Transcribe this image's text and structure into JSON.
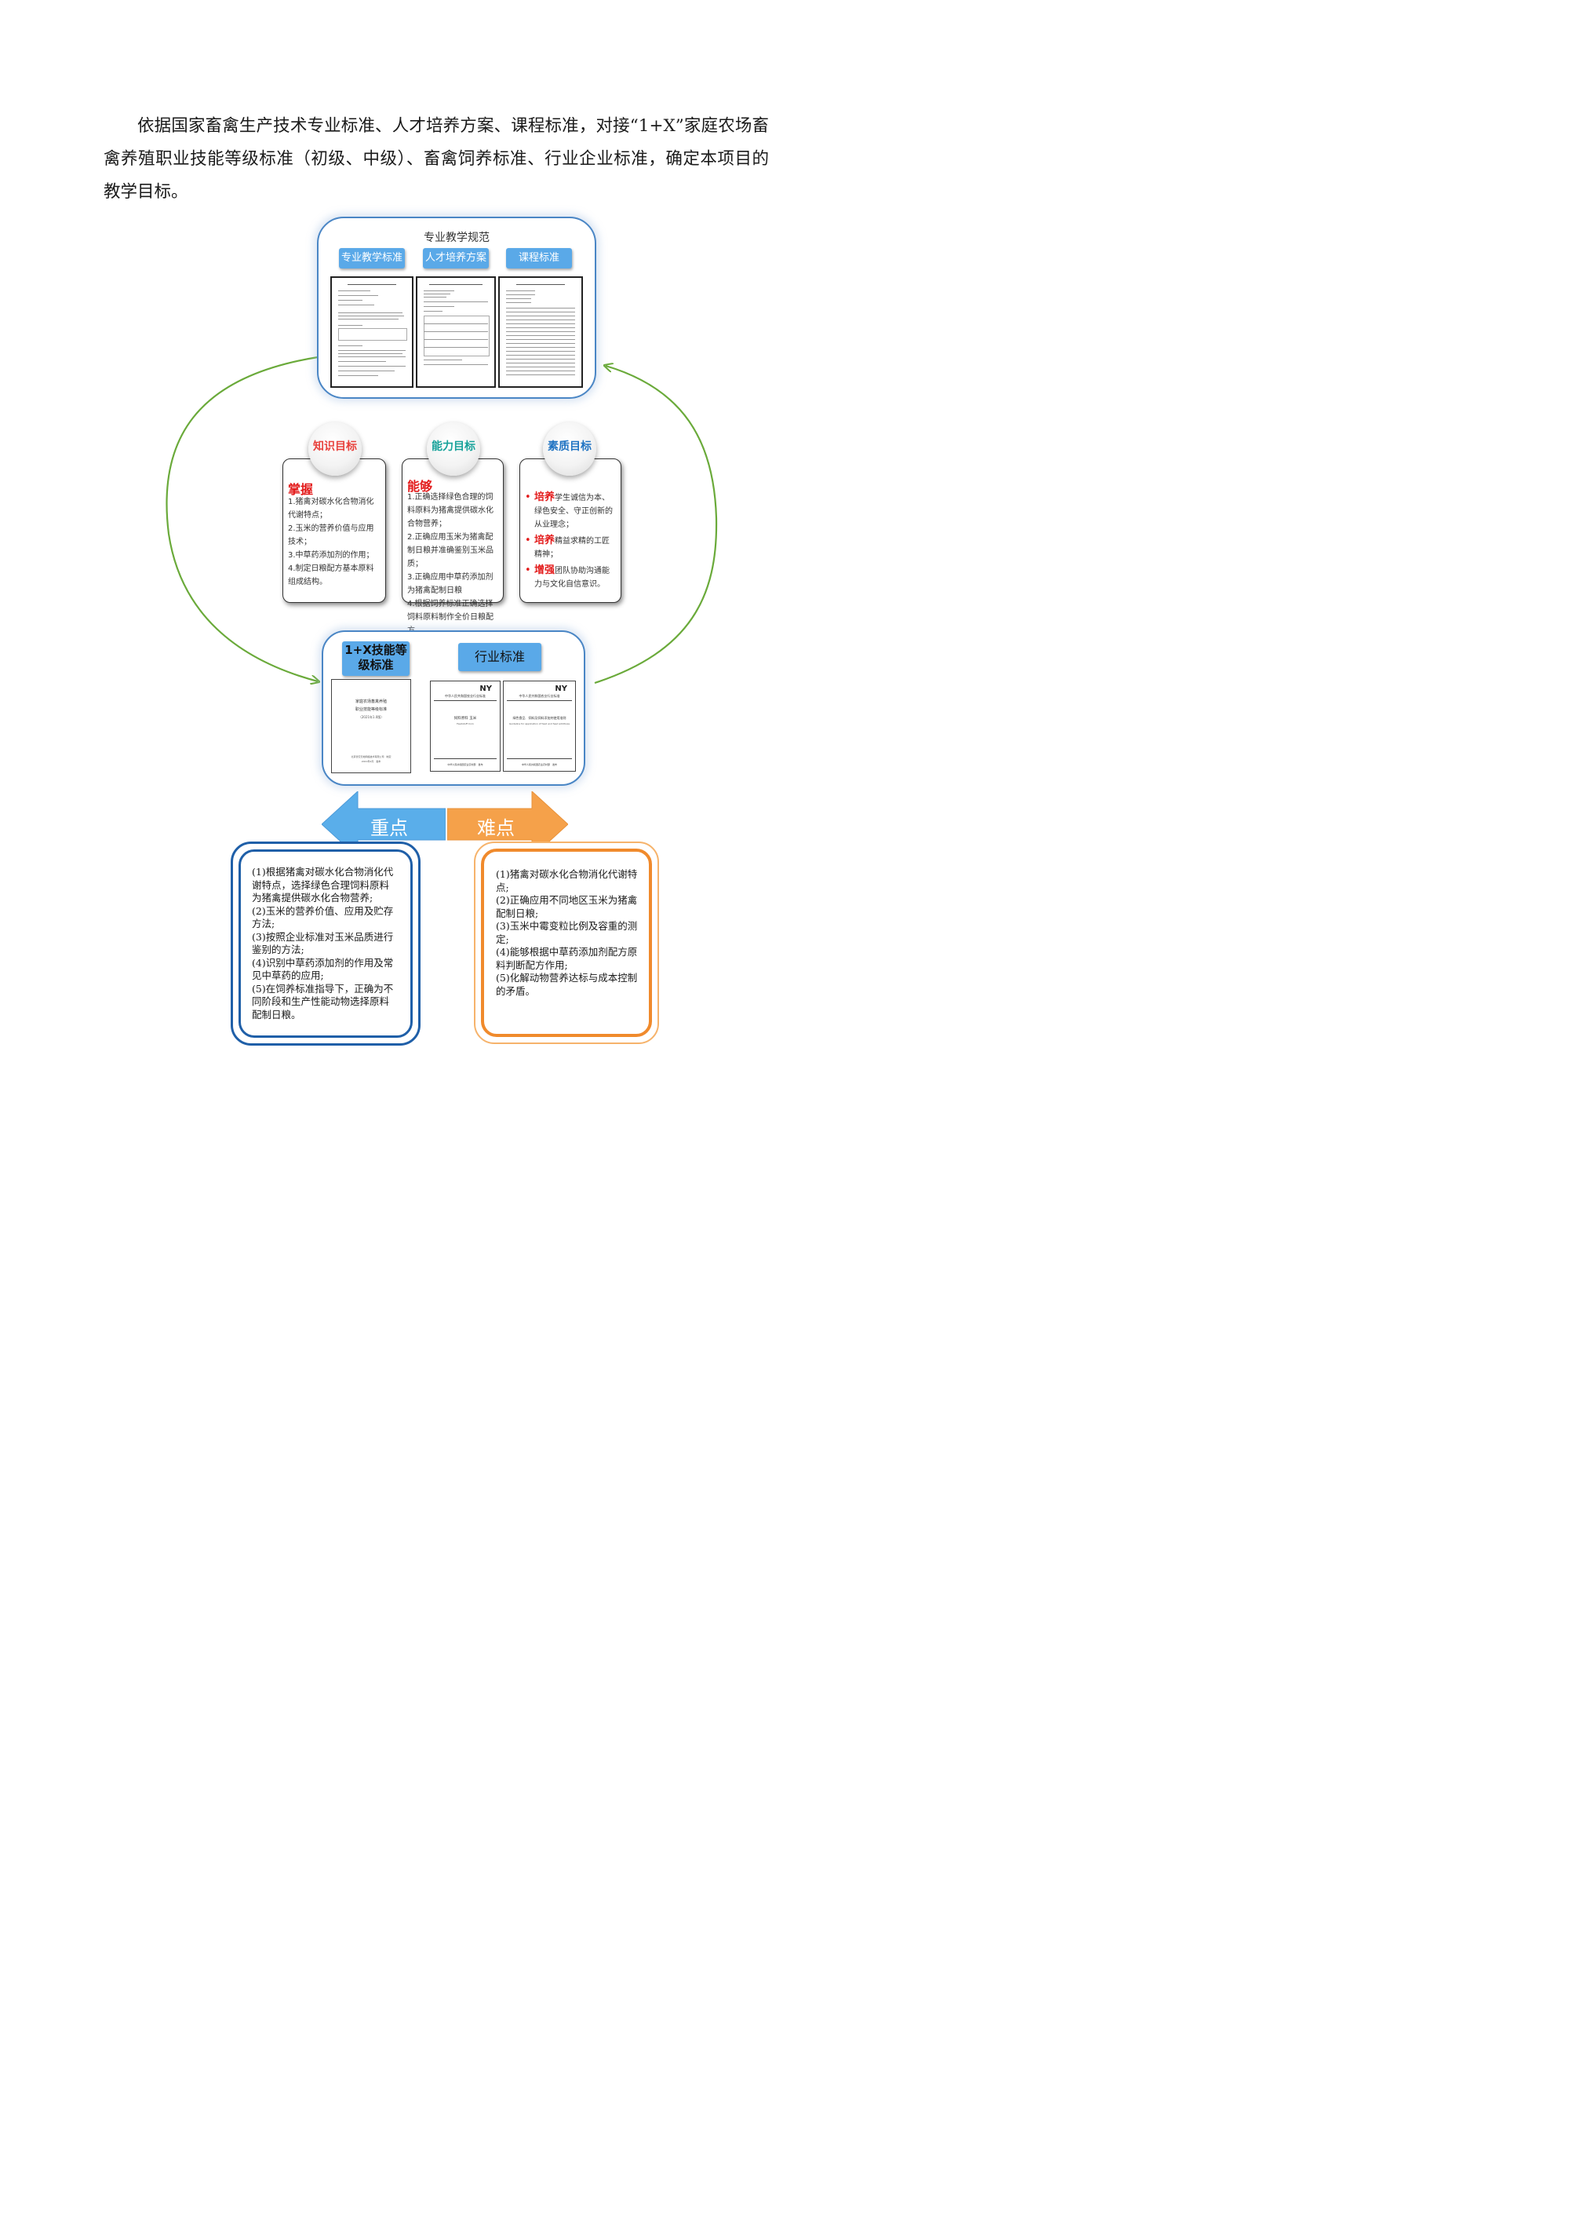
{
  "intro_text": "依据国家畜禽生产技术专业标准、人才培养方案、课程标准，对接“1+X”家庭农场畜禽养殖职业技能等级标准（初级、中级）、畜禽饲养标准、行业企业标准，确定本项目的教学目标。",
  "top_panel": {
    "title": "专业教学规范",
    "tabs": [
      "专业教学标准",
      "人才培养方案",
      "课程标准"
    ]
  },
  "goals": {
    "knowledge": {
      "title": "知识目标",
      "title_color": "#e8413c",
      "head": "掌握",
      "items": [
        "1.猪禽对碳水化合物消化代谢特点；",
        "2.玉米的营养价值与应用技术；",
        "3.中草药添加剂的作用；",
        "4.制定日粮配方基本原料组成结构。"
      ]
    },
    "ability": {
      "title": "能力目标",
      "title_color": "#16a29a",
      "head": "能够",
      "items": [
        "1.正确选择绿色合理的饲料原料为猪禽提供碳水化合物营养；",
        "2.正确应用玉米为猪禽配制日粮并准确鉴别玉米品质；",
        "3.正确应用中草药添加剂为猪禽配制日粮",
        "4.根据饲养标准正确选择饲料原料制作全价日粮配方。"
      ]
    },
    "quality": {
      "title": "素质目标",
      "title_color": "#1f73c2",
      "items": [
        {
          "key": "培养",
          "text": "学生诚信为本、绿色安全、守正创新的从业理念；"
        },
        {
          "key": "培养",
          "text": "精益求精的工匠精神；"
        },
        {
          "key": "增强",
          "text": "团队协助沟通能力与文化自信意识。"
        }
      ]
    }
  },
  "bottom_panel": {
    "tab_left": "1+X技能等级标准",
    "tab_right": "行业标准",
    "doc1_lines": [
      "家庭农场畜禽养殖",
      "职业技能等级标准",
      "（2021年1.0版）",
      "北京智农天地网络技术有限公司　制定",
      "2021年2月　发布"
    ],
    "doc2_header": "中华人民共和国农业行业标准",
    "doc2_title": "饲料原料 玉米",
    "doc2_sub": "Feedstuff Corn",
    "doc2_footer": "中华人民共和国农业农村部　发布",
    "doc3_header": "中华人民共和国农业行业标准",
    "doc3_title": "绿色食品　饲料及饲料添加剂使用准则",
    "doc3_sub": "Guideline for application of feed and feed additives",
    "doc3_footer": "中华人民共和国农业农村部　发布",
    "ny": "NY"
  },
  "arrows": {
    "left": {
      "label": "重点",
      "color": "#5aaeea"
    },
    "right": {
      "label": "难点",
      "color": "#f5a14a"
    }
  },
  "key_points": [
    "(1)根据猪禽对碳水化合物消化代谢特点，选择绿色合理饲料原料为猪禽提供碳水化合物营养;",
    "(2)玉米的营养价值、应用及贮存方法;",
    "(3)按照企业标准对玉米品质进行鉴别的方法;",
    "(4)识别中草药添加剂的作用及常见中草药的应用;",
    "(5)在饲养标准指导下，正确为不同阶段和生产性能动物选择原料配制日粮。"
  ],
  "difficult_points": [
    "(1)猪禽对碳水化合物消化代谢特点;",
    "(2)正确应用不同地区玉米为猪禽配制日粮;",
    "(3)玉米中霉变粒比例及容重的测定;",
    "(4)能够根据中草药添加剂配方原料判断配方作用;",
    "(5)化解动物营养达标与成本控制的矛盾。"
  ],
  "colors": {
    "loop_arrow": "#6aaa3a",
    "panel_border": "#4a86c5",
    "key_box": "#1f5fa8",
    "difficult_box": "#f08a2c"
  }
}
